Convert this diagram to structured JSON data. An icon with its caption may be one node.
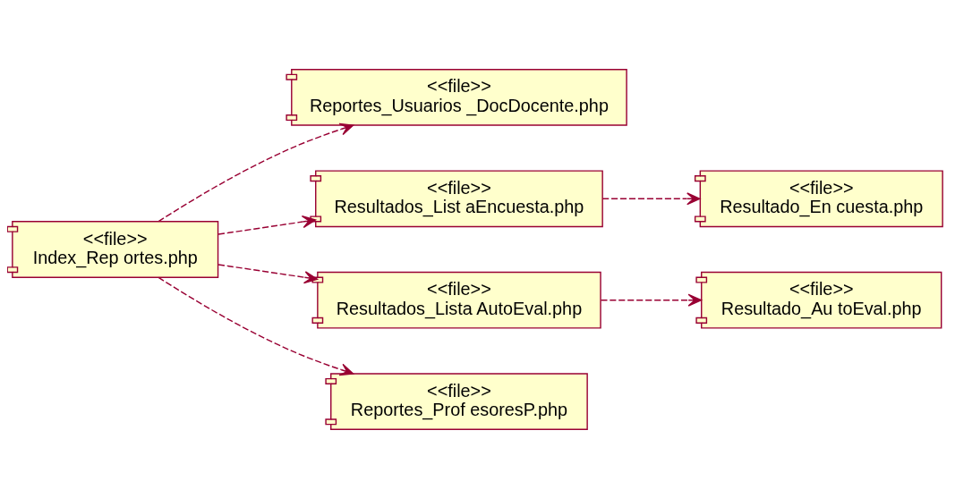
{
  "diagram": {
    "nodes": [
      {
        "text": [
          "<<file>>",
          "Reportes_Usuarios _DocDocente.php"
        ]
      },
      {
        "text": [
          "<<file>>",
          "Resultados_List aEncuesta.php"
        ]
      },
      {
        "text": [
          "<<file>>",
          "Index_Rep ortes.php"
        ]
      },
      {
        "text": [
          "<<file>>",
          "Resultado_En cuesta.php"
        ]
      },
      {
        "text": [
          "<<file>>",
          "Resultados_Lista AutoEval.php"
        ]
      },
      {
        "text": [
          "<<file>>",
          "Reportes_Prof esoresP.php"
        ]
      },
      {
        "text": [
          "<<file>>",
          "Resultado_Au toEval.php"
        ]
      }
    ],
    "edges": [
      {
        "from": 2,
        "to": 0,
        "arrow": "to",
        "style": "dashed"
      },
      {
        "from": 2,
        "to": 1,
        "arrow": "to",
        "style": "dashed"
      },
      {
        "from": 1,
        "to": 3,
        "arrow": "to",
        "style": "dashed"
      },
      {
        "from": 2,
        "to": 4,
        "arrow": "to",
        "style": "dashed"
      },
      {
        "from": 2,
        "to": 5,
        "arrow": "to",
        "style": "dashed"
      },
      {
        "from": 4,
        "to": 6,
        "arrow": "to",
        "style": "dashed"
      }
    ]
  }
}
